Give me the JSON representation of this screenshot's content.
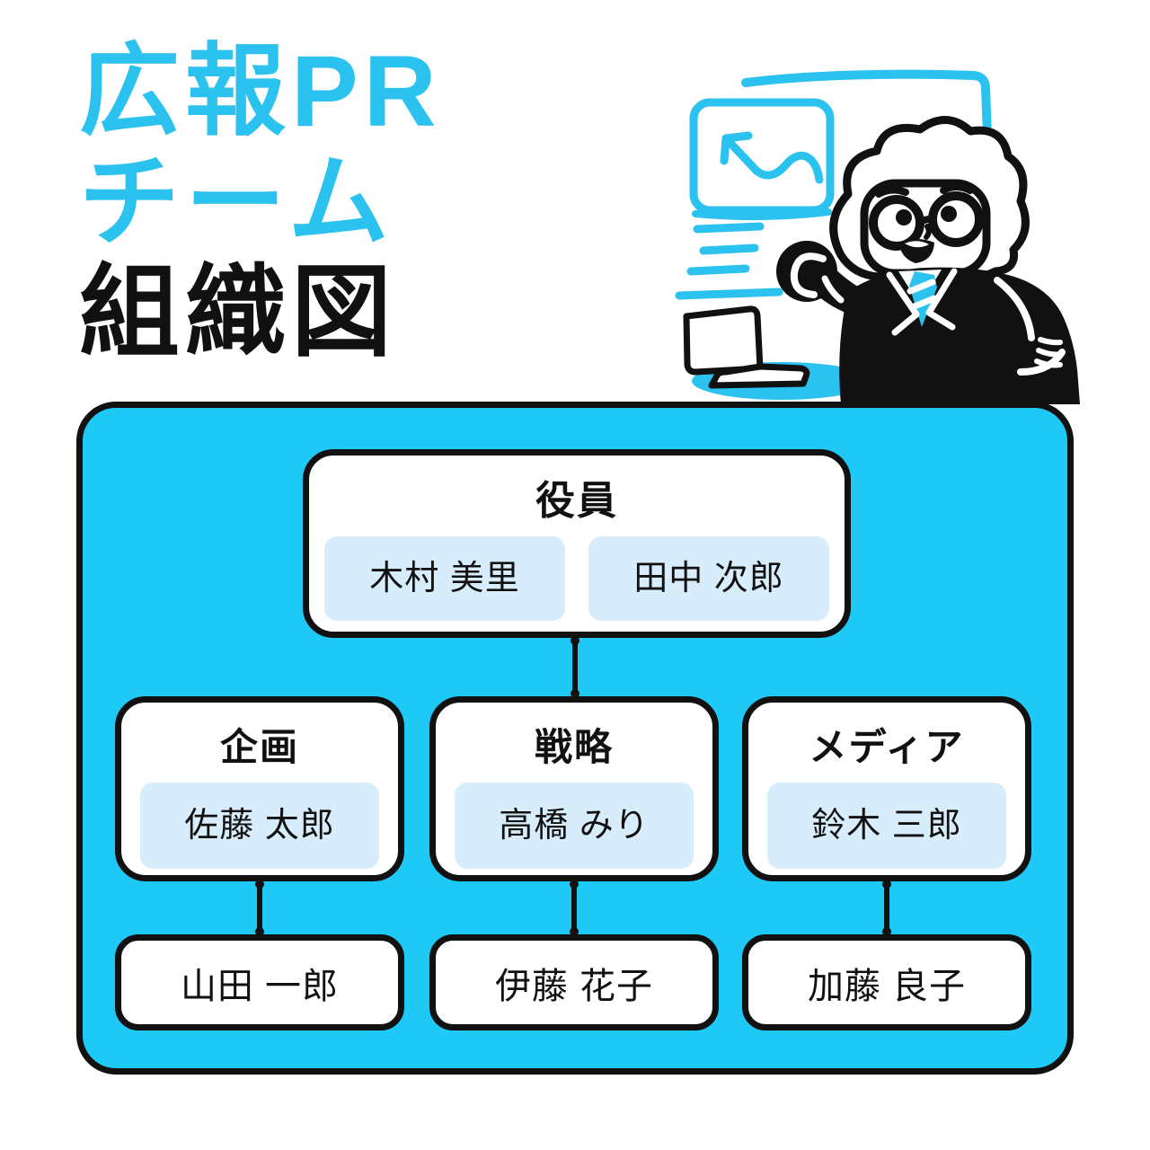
{
  "colors": {
    "accent": "#2BC2F0",
    "panel": "#1FC9F6",
    "chip": "#D8EDFB",
    "ink": "#111111",
    "white": "#FFFFFF"
  },
  "title": {
    "line1": "広報PR",
    "line2": "チーム",
    "line3": "組織図"
  },
  "org": {
    "root": {
      "title": "役員",
      "members": [
        "木村 美里",
        "田中 次郎"
      ]
    },
    "departments": [
      {
        "title": "企画",
        "lead": "佐藤 太郎",
        "staff": "山田 一郎"
      },
      {
        "title": "戦略",
        "lead": "高橋 みり",
        "staff": "伊藤 花子"
      },
      {
        "title": "メディア",
        "lead": "鈴木 三郎",
        "staff": "加藤 良子"
      }
    ]
  },
  "illustration": {
    "elements": [
      "chart-board",
      "trend-arrow",
      "note-lines",
      "laptop",
      "presenter"
    ]
  }
}
